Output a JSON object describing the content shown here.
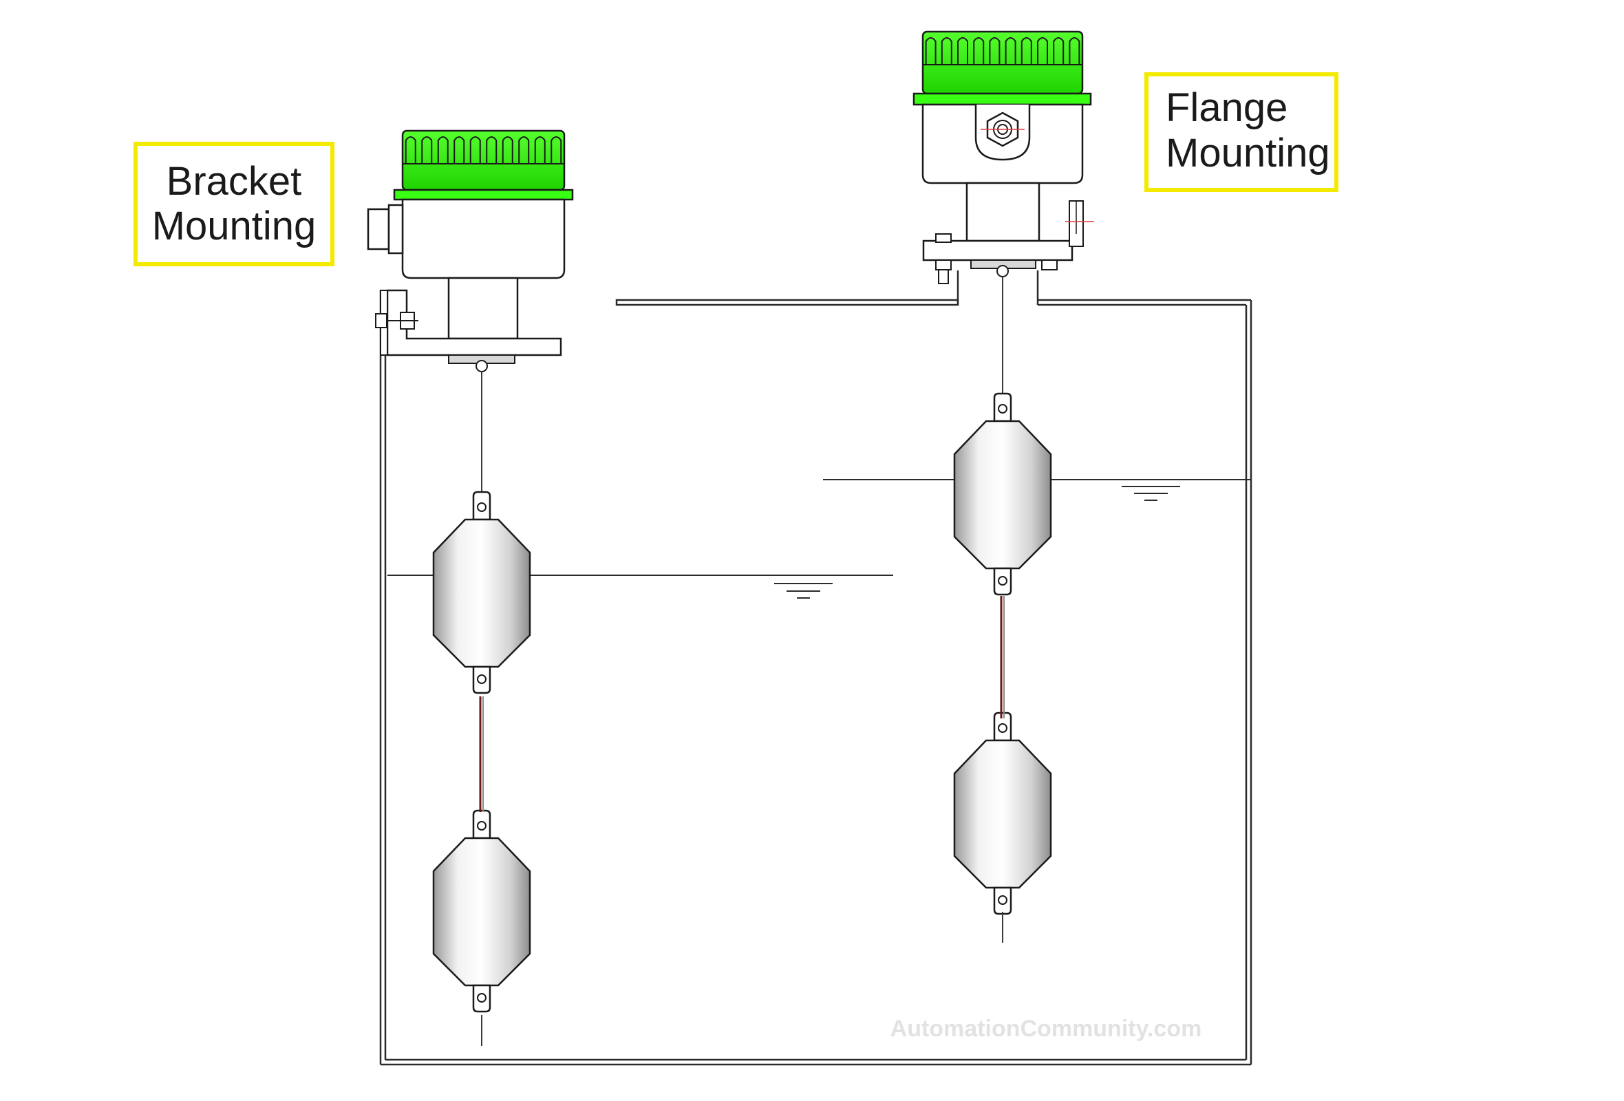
{
  "labels": {
    "bracket_line1": "Bracket",
    "bracket_line2": "Mounting",
    "flange_line1": "Flange",
    "flange_line2": "Mounting"
  },
  "watermark": "AutomationCommunity.com",
  "colors": {
    "label_border": "#f4ea00",
    "cap_green": "#39ff14",
    "cap_green_dark": "#1ec800",
    "line": "#2a2a2a",
    "float_body": "#e6e6e6",
    "rod_dark": "#6b1a1a",
    "watermark": "#e2e2e2"
  }
}
